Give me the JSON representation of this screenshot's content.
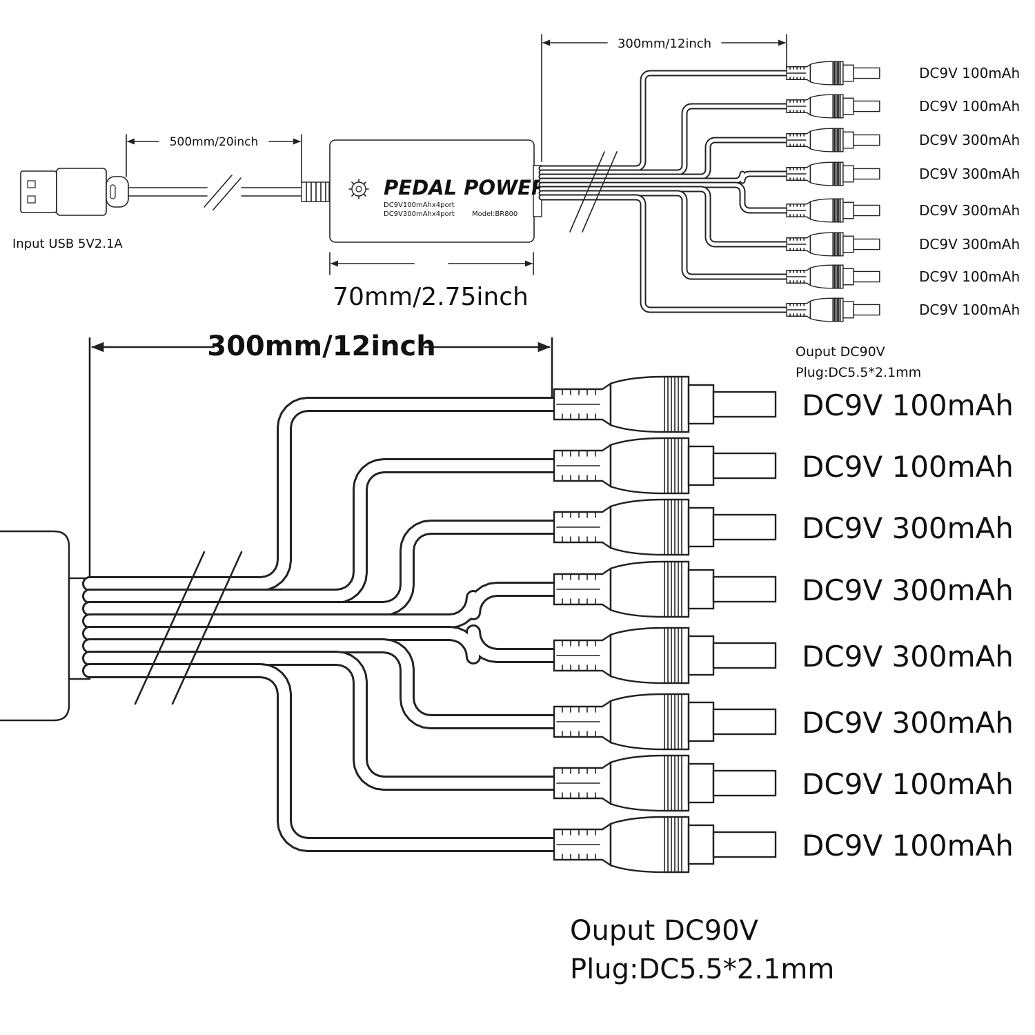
{
  "overview": {
    "usb_cable_length": "500mm/20inch",
    "input_label": "Input USB 5V2.1A",
    "output_cable_length": "300mm/12inch",
    "box_width": "70mm/2.75inch",
    "box": {
      "brand": "PEDAL POWER",
      "spec_line1": "DC9V100mAhx4port",
      "spec_line2": "DC9V300mAhx4port",
      "model": "Model:BR800"
    },
    "outputs": [
      "DC9V 100mAh",
      "DC9V 100mAh",
      "DC9V 300mAh",
      "DC9V 300mAh",
      "DC9V 300mAh",
      "DC9V 300mAh",
      "DC9V 100mAh",
      "DC9V 100mAh"
    ],
    "note_line1": "Ouput DC90V",
    "note_line2": "Plug:DC5.5*2.1mm"
  },
  "detail": {
    "cable_length": "300mm/12inch",
    "outputs": [
      "DC9V 100mAh",
      "DC9V 100mAh",
      "DC9V 300mAh",
      "DC9V 300mAh",
      "DC9V 300mAh",
      "DC9V 300mAh",
      "DC9V 100mAh",
      "DC9V 100mAh"
    ],
    "note_line1": "Ouput DC90V",
    "note_line2": "Plug:DC5.5*2.1mm"
  },
  "icons": [
    "usb-plug-icon",
    "gear-icon",
    "dc-plug-icon"
  ],
  "colors": {
    "line": "#222222",
    "background": "#ffffff"
  }
}
